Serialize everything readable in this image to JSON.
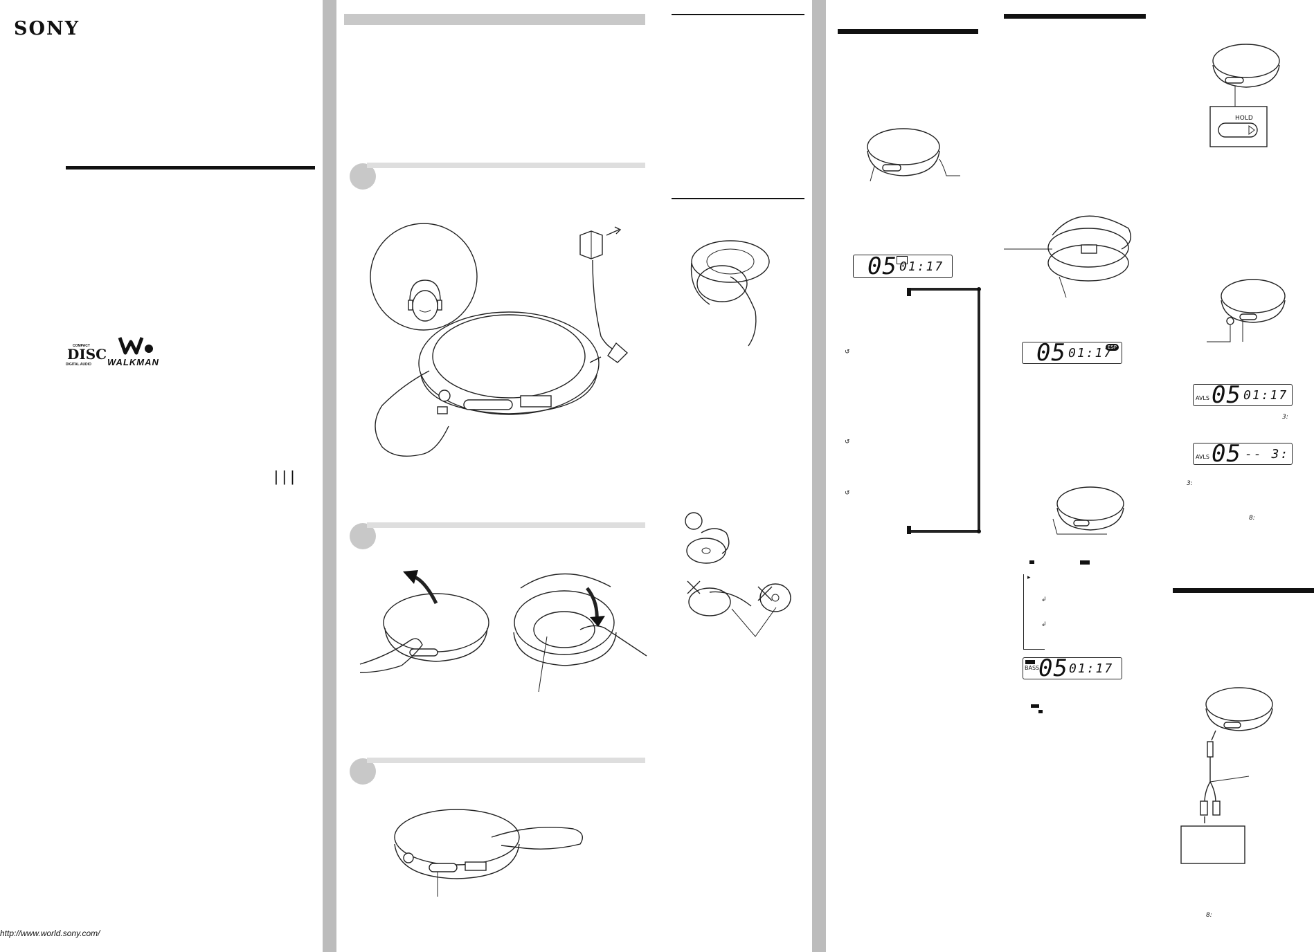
{
  "brand": {
    "sony_logo": "SONY",
    "compact_disc_logo_line1": "COMPACT",
    "compact_disc_logo_line2": "DISC",
    "compact_disc_logo_line3": "DIGITAL AUDIO",
    "walkman_logo": "WALKMAN"
  },
  "footer": {
    "url": "http://www.world.sony.com/"
  },
  "panel1": {
    "pipes": "| | |"
  },
  "display_a": {
    "track": "05",
    "time": "01:17"
  },
  "display_b": {
    "track": "05",
    "time": "01:17",
    "badge": "ESP"
  },
  "display_c": {
    "track": "05",
    "time": "01:17",
    "label": "BASS"
  },
  "display_d": {
    "track": "05",
    "time": "01:17",
    "label": "AVLS"
  },
  "display_e": {
    "track": "05",
    "time": "-- 3:",
    "label": "AVLS"
  },
  "hold_label": "HOLD",
  "small_marks": {
    "mark_a": "3:",
    "mark_b": "3:",
    "mark_c": "8:",
    "mark_d": "8:"
  },
  "colors": {
    "panel_gray": "#bcbcbc",
    "step_gray": "#dedede",
    "step_circle": "#c8c8c8"
  },
  "icons": [
    "cd-player-icon",
    "headphones-icon",
    "ac-adaptor-icon",
    "hand-icon",
    "disc-icon",
    "correct-mark-icon",
    "wrong-mark-icon"
  ]
}
